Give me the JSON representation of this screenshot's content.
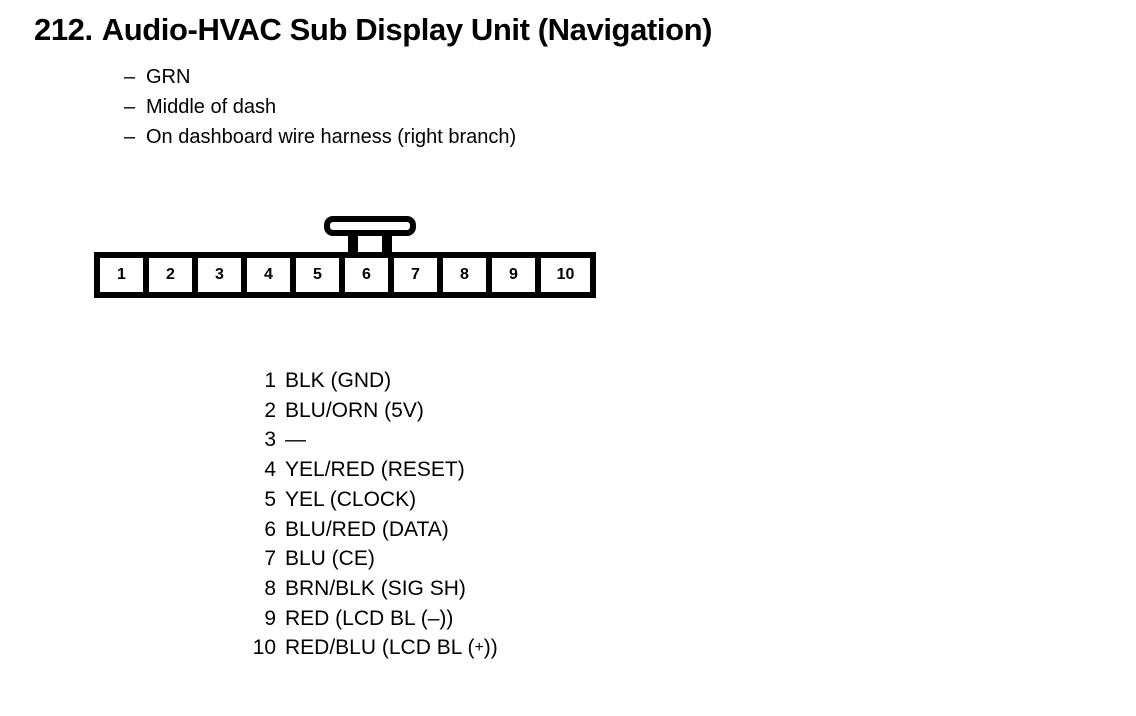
{
  "title": {
    "number": "212.",
    "text": "Audio-HVAC Sub Display Unit (Navigation)"
  },
  "description": {
    "dash": "–",
    "items": [
      {
        "text": "GRN"
      },
      {
        "text": "Middle of dash"
      },
      {
        "text": "On dashboard wire harness (right branch)"
      }
    ]
  },
  "connector": {
    "tab_icon": "locking-tab-icon",
    "cells": [
      {
        "number": "1"
      },
      {
        "number": "2"
      },
      {
        "number": "3"
      },
      {
        "number": "4"
      },
      {
        "number": "5"
      },
      {
        "number": "6"
      },
      {
        "number": "7"
      },
      {
        "number": "8"
      },
      {
        "number": "9"
      },
      {
        "number": "10"
      }
    ]
  },
  "pin_legend": [
    {
      "number": "1",
      "label": "BLK (GND)"
    },
    {
      "number": "2",
      "label": "BLU/ORN (5V)"
    },
    {
      "number": "3",
      "label": "—"
    },
    {
      "number": "4",
      "label": "YEL/RED (RESET)"
    },
    {
      "number": "5",
      "label": "YEL (CLOCK)"
    },
    {
      "number": "6",
      "label": "BLU/RED (DATA)"
    },
    {
      "number": "7",
      "label": "BLU (CE)"
    },
    {
      "number": "8",
      "label": "BRN/BLK (SIG SH)"
    },
    {
      "number": "9",
      "label": "RED (LCD BL (–))"
    },
    {
      "number": "10",
      "label": "RED/BLU (LCD BL (+))"
    }
  ],
  "colors": {
    "ink": "#000000",
    "paper": "#ffffff"
  }
}
